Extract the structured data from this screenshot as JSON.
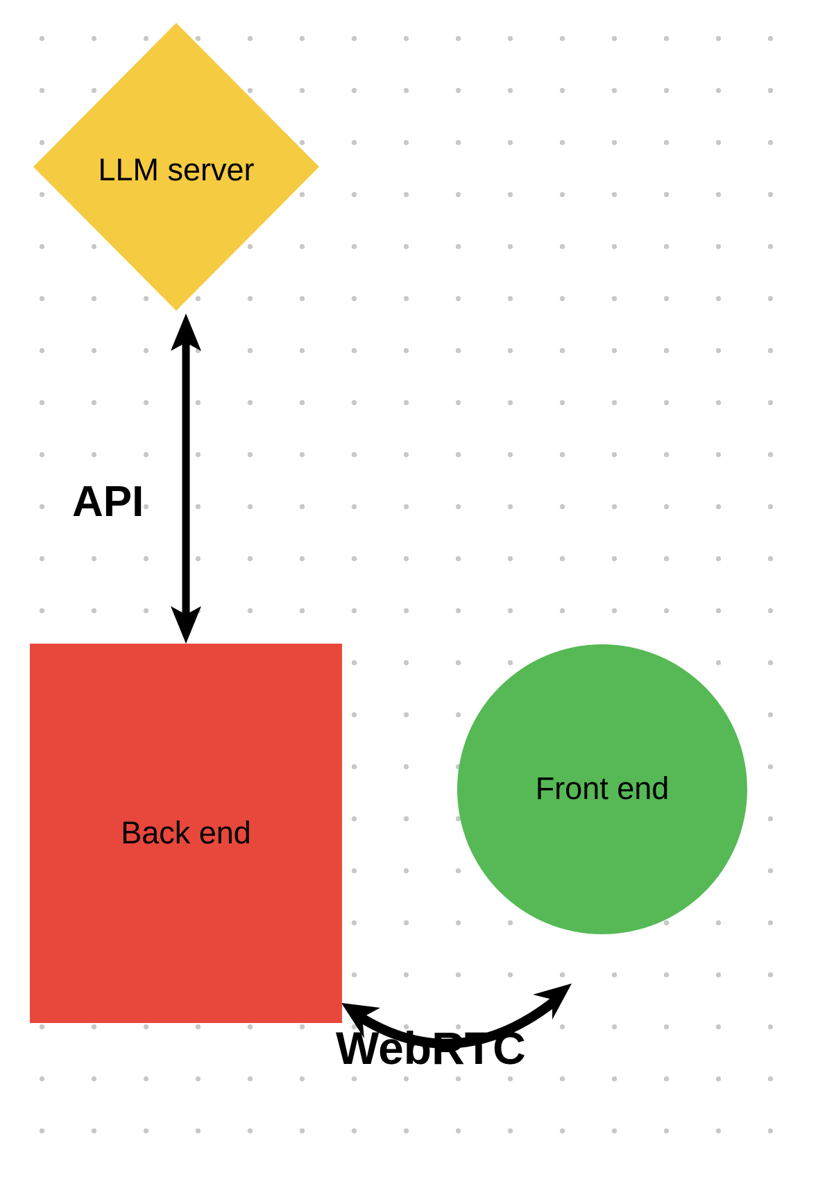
{
  "diagram": {
    "title": "System architecture diagram",
    "background": {
      "color": "#ffffff",
      "dot_color": "#c8c8c8",
      "dot_spacing": 75
    },
    "nodes": [
      {
        "id": "llm-server",
        "label": "LLM server",
        "shape": "diamond",
        "color": "#f5cb42",
        "text_color": "#000000"
      },
      {
        "id": "back-end",
        "label": "Back end",
        "shape": "square",
        "color": "#e8483c",
        "text_color": "#000000"
      },
      {
        "id": "front-end",
        "label": "Front end",
        "shape": "circle",
        "color": "#56b956",
        "text_color": "#000000"
      }
    ],
    "edges": [
      {
        "id": "api-edge",
        "label": "API",
        "from": "back-end",
        "to": "llm-server",
        "style": "straight",
        "arrows": "both",
        "color": "#000000"
      },
      {
        "id": "webrtc-edge",
        "label": "WebRTC",
        "from": "back-end",
        "to": "front-end",
        "style": "curved",
        "arrows": "both",
        "color": "#000000"
      }
    ]
  }
}
